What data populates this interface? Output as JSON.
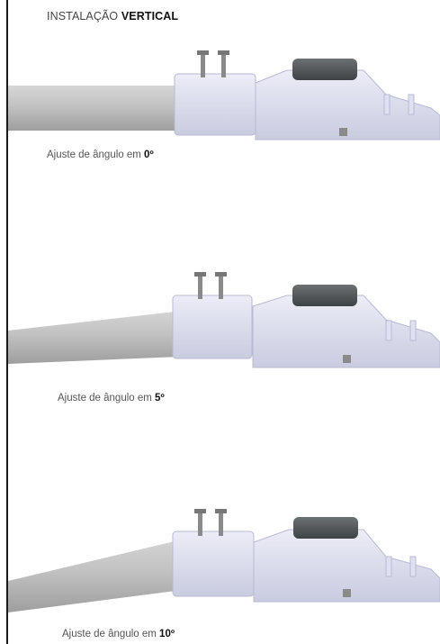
{
  "header": {
    "title_prefix": "INSTALAÇÃO ",
    "title_emphasis": "VERTICAL"
  },
  "panels": [
    {
      "caption_prefix": "Ajuste de ângulo em ",
      "caption_value": "0º",
      "angle": 0
    },
    {
      "caption_prefix": "Ajuste de ângulo em ",
      "caption_value": "5º",
      "angle": 5
    },
    {
      "caption_prefix": "Ajuste de ângulo em ",
      "caption_value": "10º",
      "angle": 10
    }
  ],
  "colors": {
    "pipe": "#bfbfbf",
    "housing": "#dfe0f0",
    "knob": "#555a5c",
    "border": "#1a1a1a"
  }
}
